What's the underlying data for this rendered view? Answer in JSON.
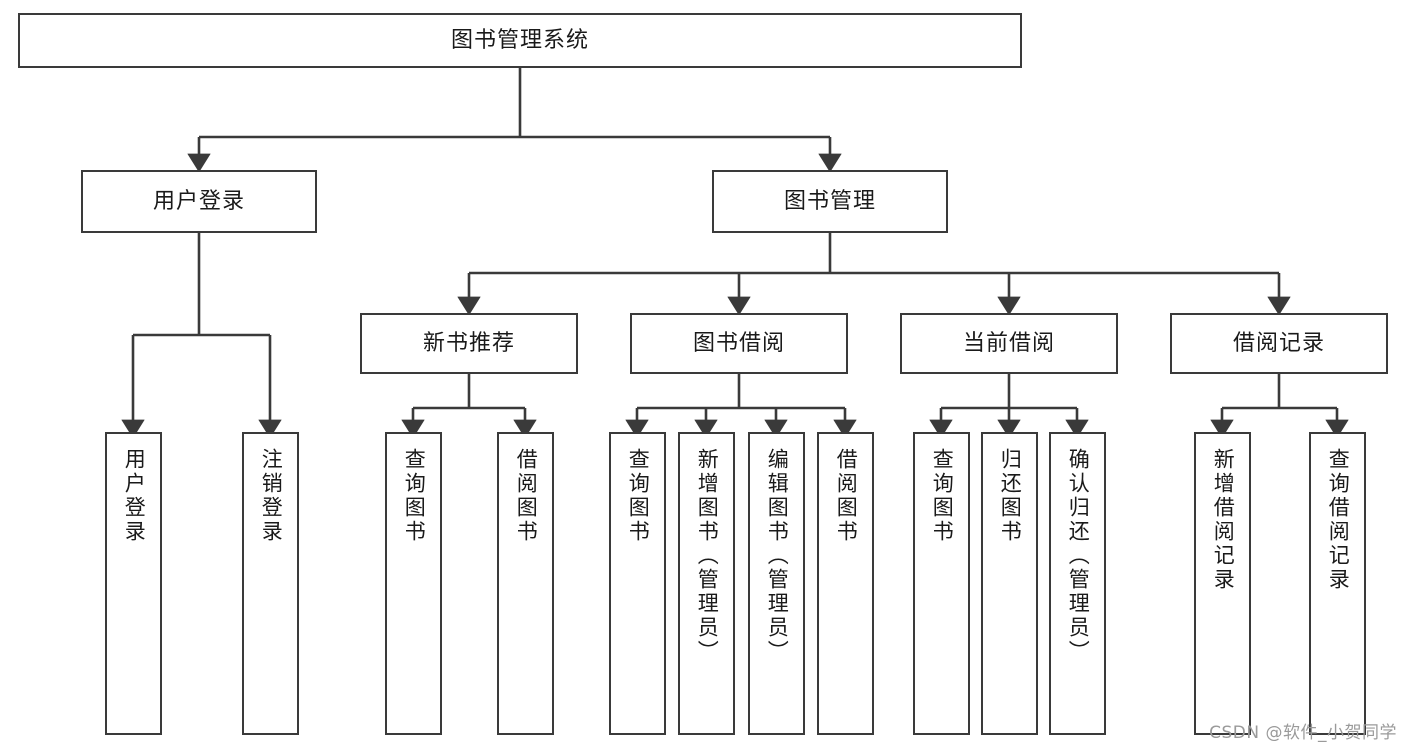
{
  "diagram": {
    "type": "tree",
    "title": "图书管理系统",
    "root": {
      "label": "图书管理系统"
    },
    "level2": [
      {
        "label": "用户登录"
      },
      {
        "label": "图书管理"
      }
    ],
    "level3": [
      {
        "label": "新书推荐"
      },
      {
        "label": "图书借阅"
      },
      {
        "label": "当前借阅"
      },
      {
        "label": "借阅记录"
      }
    ],
    "leaves": {
      "user_login": [
        {
          "label": "用户登录"
        },
        {
          "label": "注销登录"
        }
      ],
      "new_book_recommend": [
        {
          "label": "查询图书"
        },
        {
          "label": "借阅图书"
        }
      ],
      "book_borrow": [
        {
          "label": "查询图书"
        },
        {
          "label": "新增图书（管理员）"
        },
        {
          "label": "编辑图书（管理员）"
        },
        {
          "label": "借阅图书"
        }
      ],
      "current_borrow": [
        {
          "label": "查询图书"
        },
        {
          "label": "归还图书"
        },
        {
          "label": "确认归还（管理员）"
        }
      ],
      "borrow_record": [
        {
          "label": "新增借阅记录"
        },
        {
          "label": "查询借阅记录"
        }
      ]
    }
  },
  "watermark": {
    "text": "CSDN @软件_小贺同学"
  },
  "colors": {
    "stroke": "#3a3a3a",
    "box_fill": "#ffffff",
    "text": "#1a1a1a",
    "watermark": "#9a9a9a",
    "background": "#ffffff"
  }
}
